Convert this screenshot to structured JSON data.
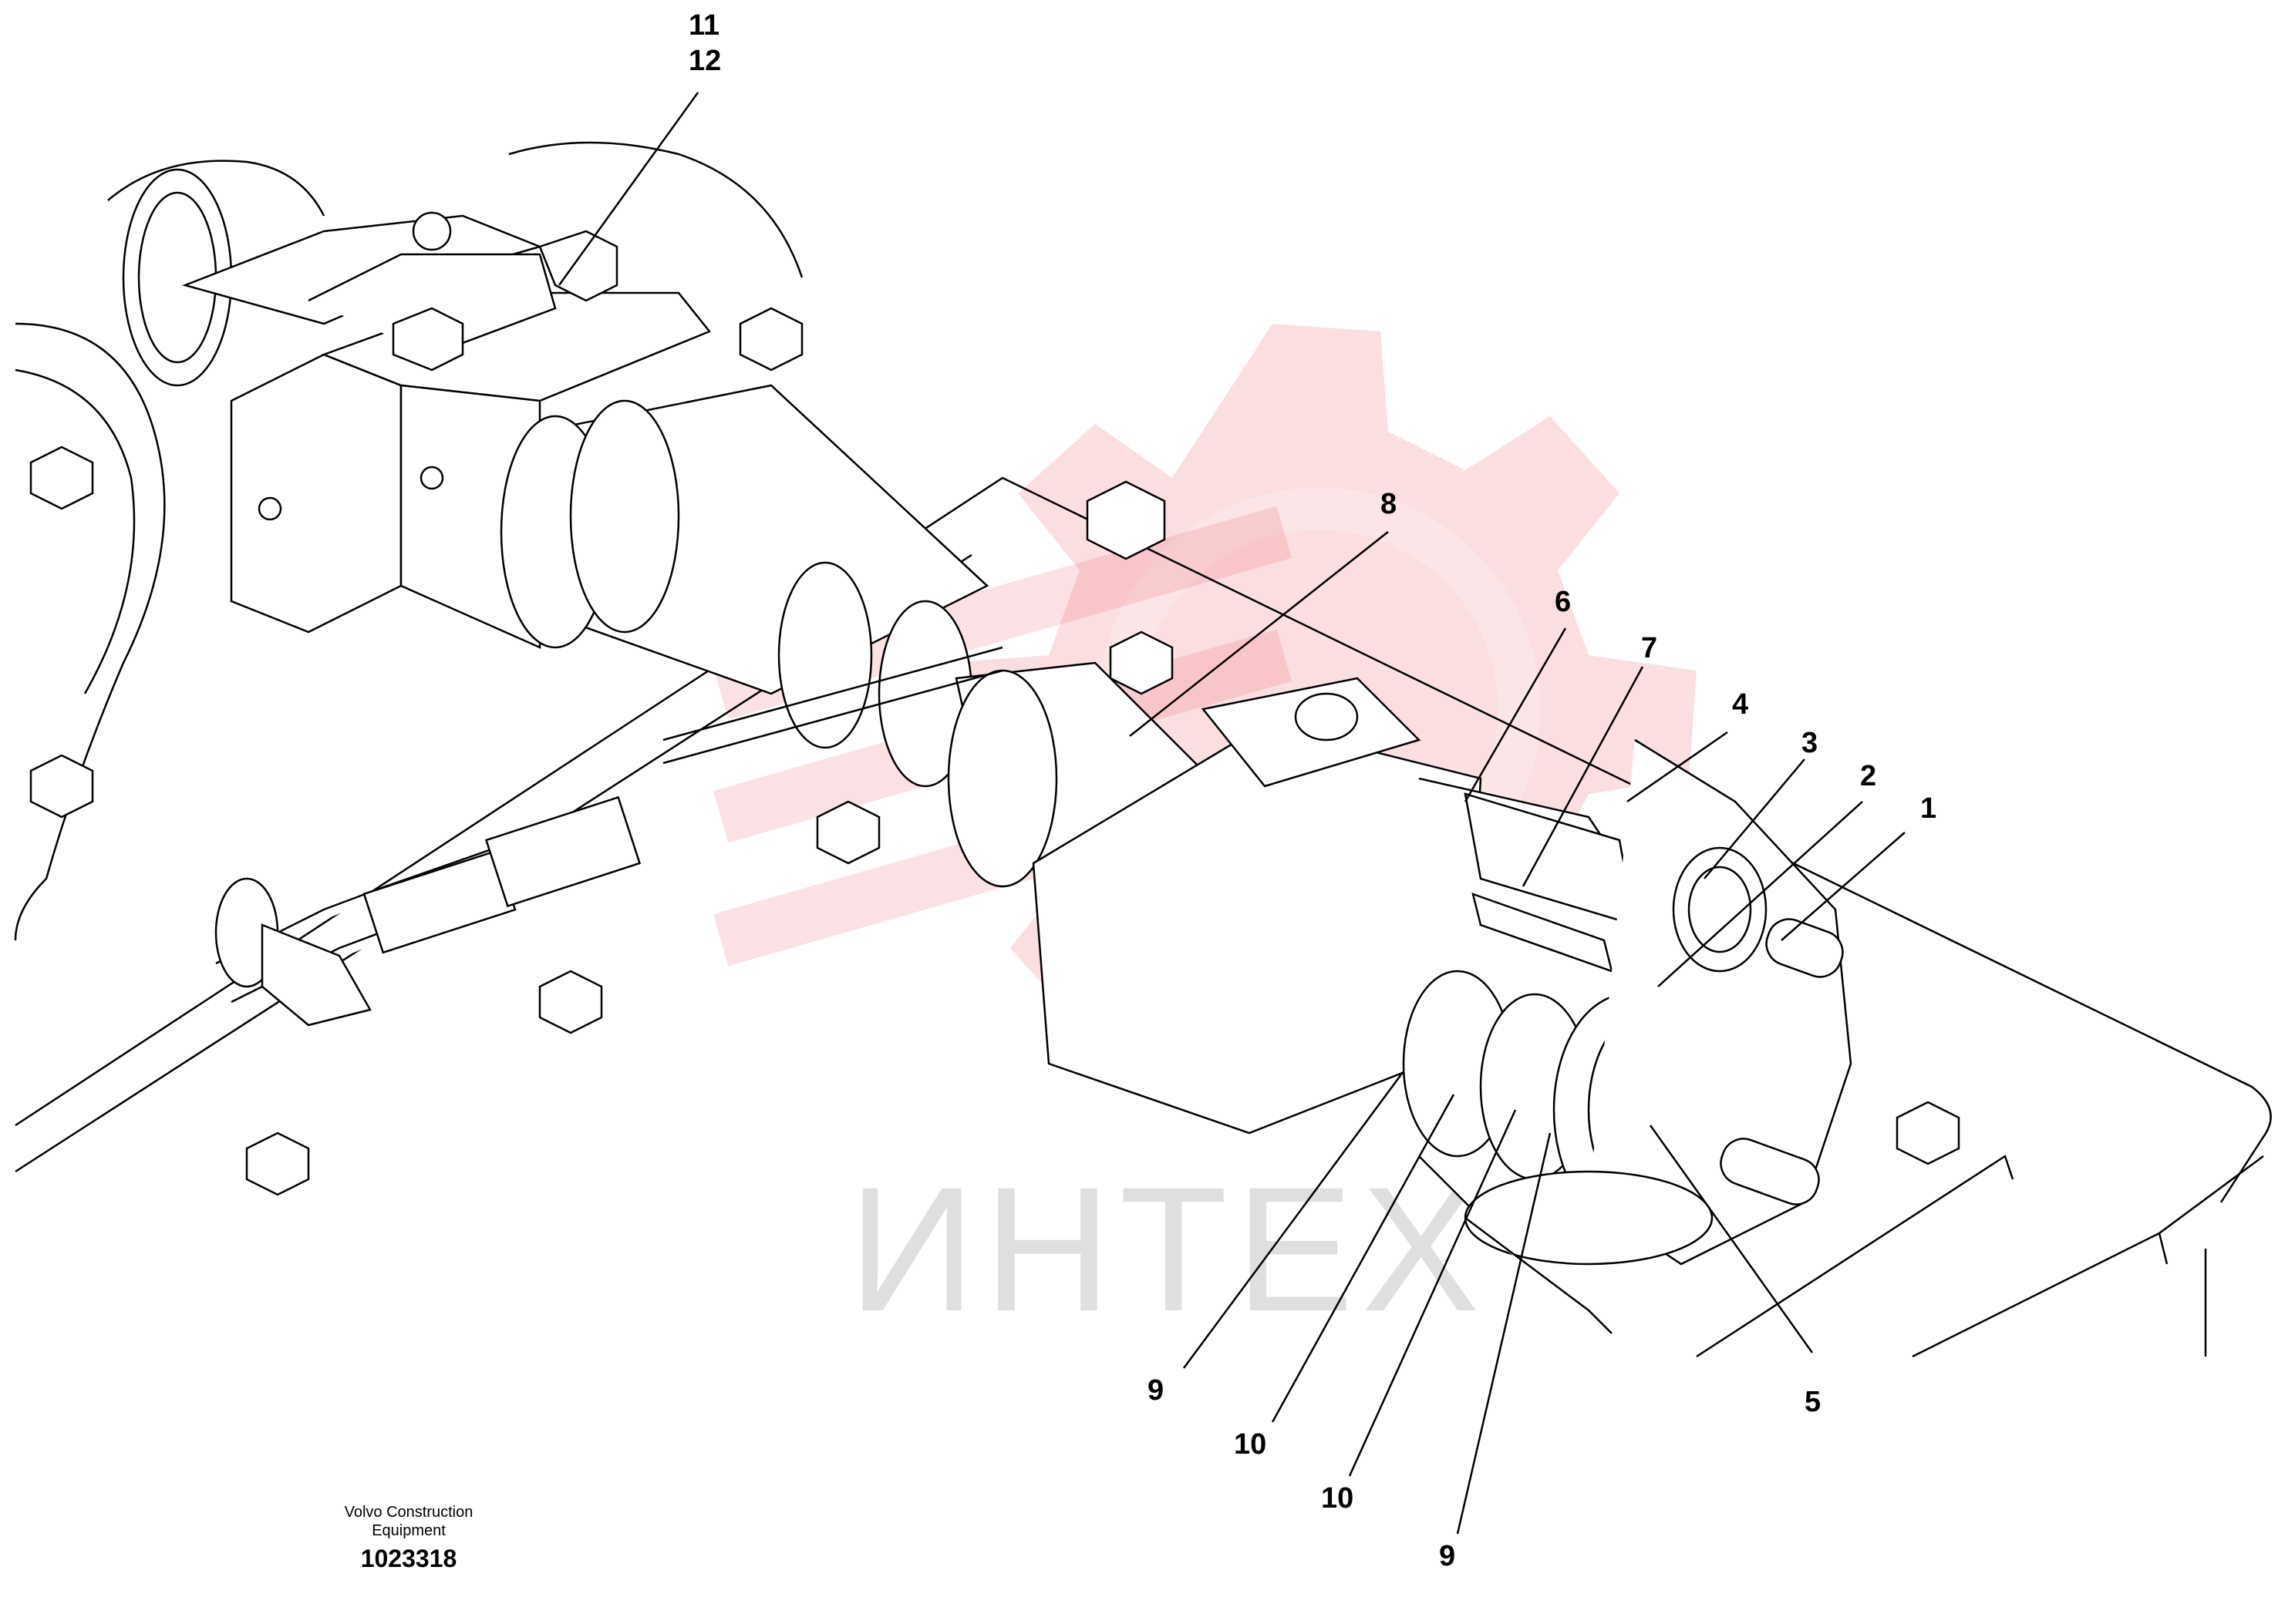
{
  "callouts": {
    "c11": "11",
    "c12": "12",
    "c8": "8",
    "c6": "6",
    "c7": "7",
    "c4": "4",
    "c3": "3",
    "c2": "2",
    "c1": "1",
    "c9a": "9",
    "c10a": "10",
    "c10b": "10",
    "c9b": "9",
    "c5": "5"
  },
  "footer": {
    "company_line1": "Volvo Construction",
    "company_line2": "Equipment",
    "drawing_number": "1023318"
  },
  "watermark": {
    "text": "ИНТЕХ",
    "gear_color": "#e7343f",
    "text_color": "#b8b8b8"
  }
}
